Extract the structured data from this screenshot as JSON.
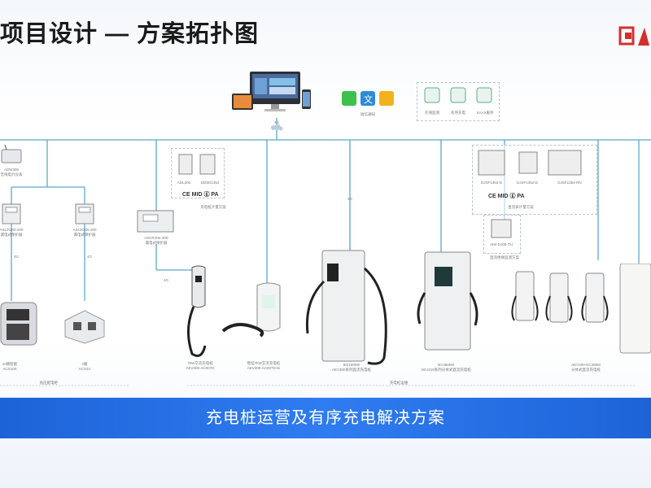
{
  "header": {
    "title": "项目设计 — 方案拓扑图"
  },
  "banner": {
    "text": "充电桩运营及有序充电解决方案"
  },
  "top": {
    "cloud_4g": "4G",
    "apps_label": "短信通知",
    "platform_labels": [
      "在线监测",
      "有序充电",
      "SAAS服务"
    ]
  },
  "devices": {
    "gateway_label": "ADW300\n无线电力仪表",
    "protector1_label": "ASCR200-200\n漏电式保护器",
    "protector2_label": "ASCR200-200\n漏电式保护器",
    "reader_label": "10路智能\nACX10S",
    "socket_label": "2路\nACX2A",
    "meter_small_labels": [
      "ADL200",
      "DDSD1352"
    ],
    "meter_group_caption": "充电桩计量方案",
    "protector3_label": "ASCR200-40D\n漏电式保护器",
    "ac7kw_label": "7kW交流充电桩\nAEV200-AC007D",
    "ac7kw_b_label": "壁挂7kW交流充电桩\nAEV200-AC007D-Ei",
    "dc60_label": "60/160kW\nAEV300系列直流充电桩",
    "dc30_label": "30-360kW\nAEV210系列分体式直流充电桩",
    "dc_split_label": "AEV200-DC480M\n分体式直流充电桩",
    "meter_right_labels": [
      "DJSF1352-D",
      "DJSF1352-D",
      "DJSF1352-RN"
    ],
    "meter_right_caption": "直流表计量方案",
    "meter_small2_label": "AIM-D100-TH",
    "meter_small2_caption": "直流绝缘监测方案",
    "group_caption_left": "低压配电柜",
    "group_caption_right": "充电桩运维"
  },
  "labels_4g": [
    "4G",
    "4G",
    "4G",
    "4G",
    "4G"
  ]
}
